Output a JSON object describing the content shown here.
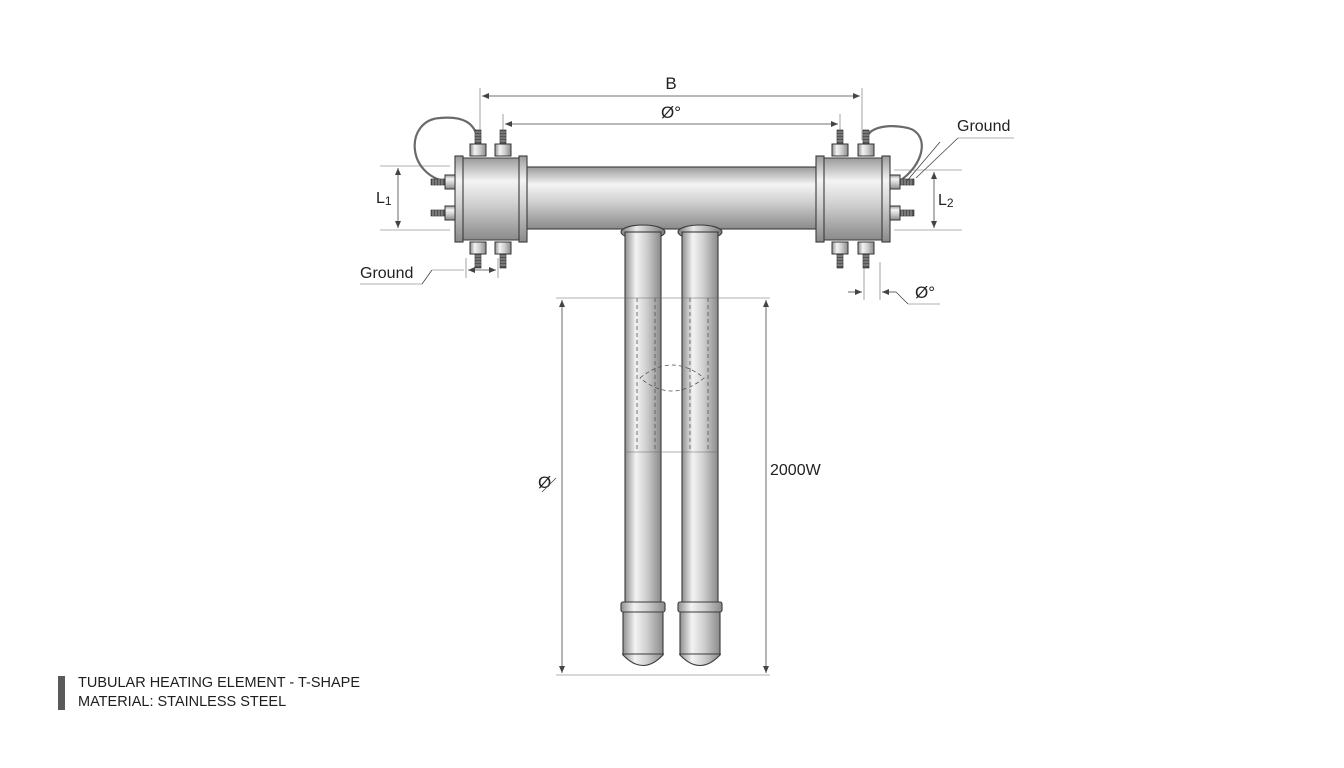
{
  "labels": {
    "dim_b": "B",
    "dim_phi_top": "Ø°",
    "ground_right": "Ground",
    "ground_left": "Ground",
    "dim_l1": "L",
    "dim_l1_sub": "1",
    "dim_l2": "L",
    "dim_l2_sub": "2",
    "dim_phi_right": "Ø°",
    "dim_phi_leg": "Ø",
    "power": "2000W"
  },
  "caption": {
    "line1": "TUBULAR HEATING ELEMENT - T-SHAPE",
    "line2": "MATERIAL: STAINLESS STEEL"
  },
  "colors": {
    "metal_light": "#f2f2f2",
    "metal_mid": "#c9c9c9",
    "metal_dark": "#8e8e8e",
    "outline": "#3a3a3a"
  }
}
